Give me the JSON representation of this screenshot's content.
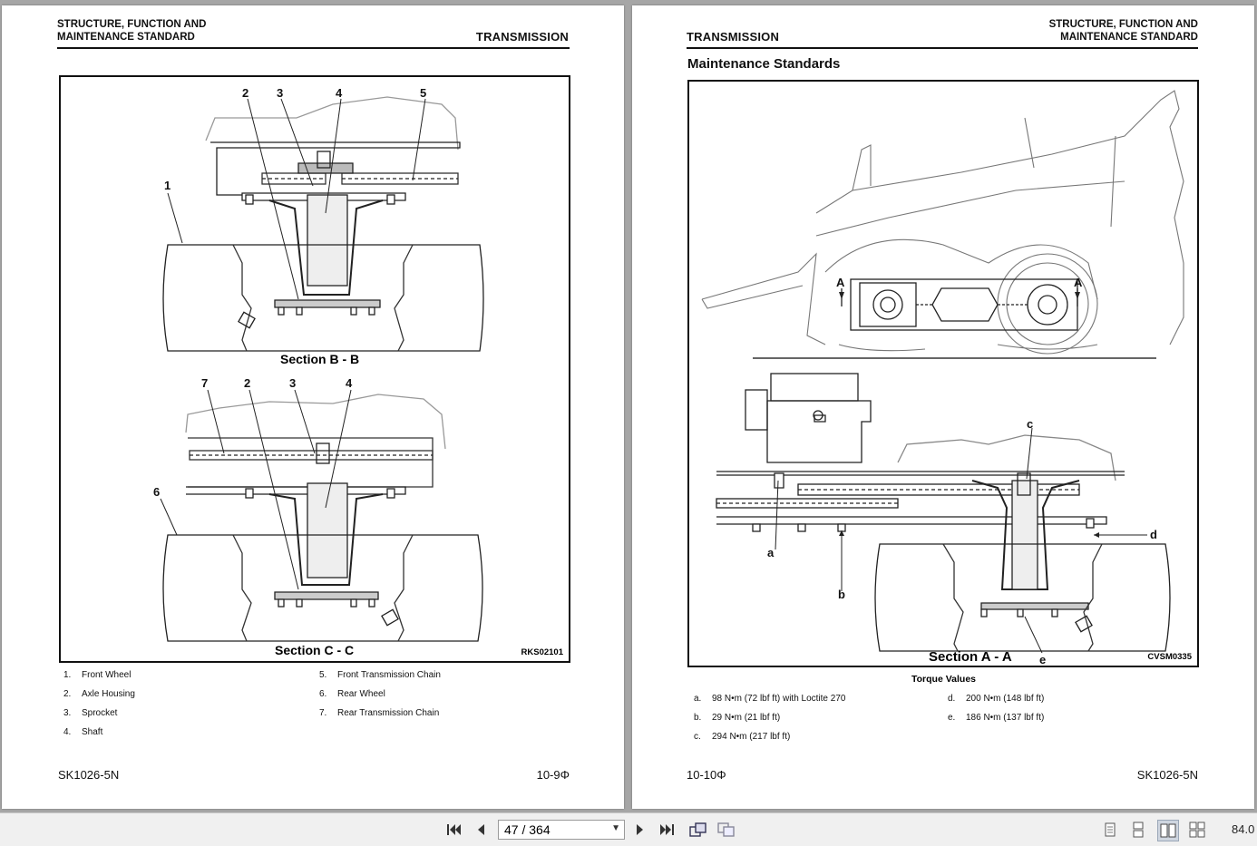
{
  "left_page": {
    "header_left_line1": "STRUCTURE, FUNCTION AND",
    "header_left_line2": "MAINTENANCE STANDARD",
    "header_right": "TRANSMISSION",
    "figure": {
      "section_top": "Section B - B",
      "section_bottom": "Section C - C",
      "code": "RKS02101",
      "callouts_top": [
        "1",
        "2",
        "3",
        "4",
        "5"
      ],
      "callouts_bottom": [
        "7",
        "2",
        "3",
        "4",
        "6"
      ]
    },
    "legend": [
      {
        "num": "1.",
        "label": "Front Wheel"
      },
      {
        "num": "2.",
        "label": "Axle Housing"
      },
      {
        "num": "3.",
        "label": "Sprocket"
      },
      {
        "num": "4.",
        "label": "Shaft"
      },
      {
        "num": "5.",
        "label": "Front Transmission Chain"
      },
      {
        "num": "6.",
        "label": "Rear Wheel"
      },
      {
        "num": "7.",
        "label": "Rear Transmission Chain"
      }
    ],
    "footer_left": "SK1026-5N",
    "footer_right": "10-9Φ"
  },
  "right_page": {
    "header_left": "TRANSMISSION",
    "header_right_line1": "STRUCTURE, FUNCTION AND",
    "header_right_line2": "MAINTENANCE STANDARD",
    "subtitle": "Maintenance Standards",
    "figure": {
      "marker_left": "A",
      "marker_right": "A",
      "section": "Section A - A",
      "code": "CVSM0335",
      "callouts": [
        "a",
        "b",
        "c",
        "d",
        "e"
      ]
    },
    "torque_title": "Torque Values",
    "torque": [
      {
        "key": "a.",
        "value": "98 N•m (72 lbf ft) with Loctite 270"
      },
      {
        "key": "b.",
        "value": "29 N•m (21 lbf ft)"
      },
      {
        "key": "c.",
        "value": "294 N•m (217 lbf ft)"
      },
      {
        "key": "d.",
        "value": "200 N•m (148 lbf ft)"
      },
      {
        "key": "e.",
        "value": "186 N•m (137 lbf ft)"
      }
    ],
    "footer_left": "10-10Φ",
    "footer_right": "SK1026-5N"
  },
  "toolbar": {
    "page_indicator": "47 / 364",
    "zoom": "84.0",
    "icons": [
      "first-page-icon",
      "prev-page-icon",
      "next-page-icon",
      "last-page-icon",
      "rotate-icon",
      "extract-icon",
      "single-page-icon",
      "continuous-icon",
      "two-page-icon",
      "two-page-continuous-icon"
    ]
  }
}
